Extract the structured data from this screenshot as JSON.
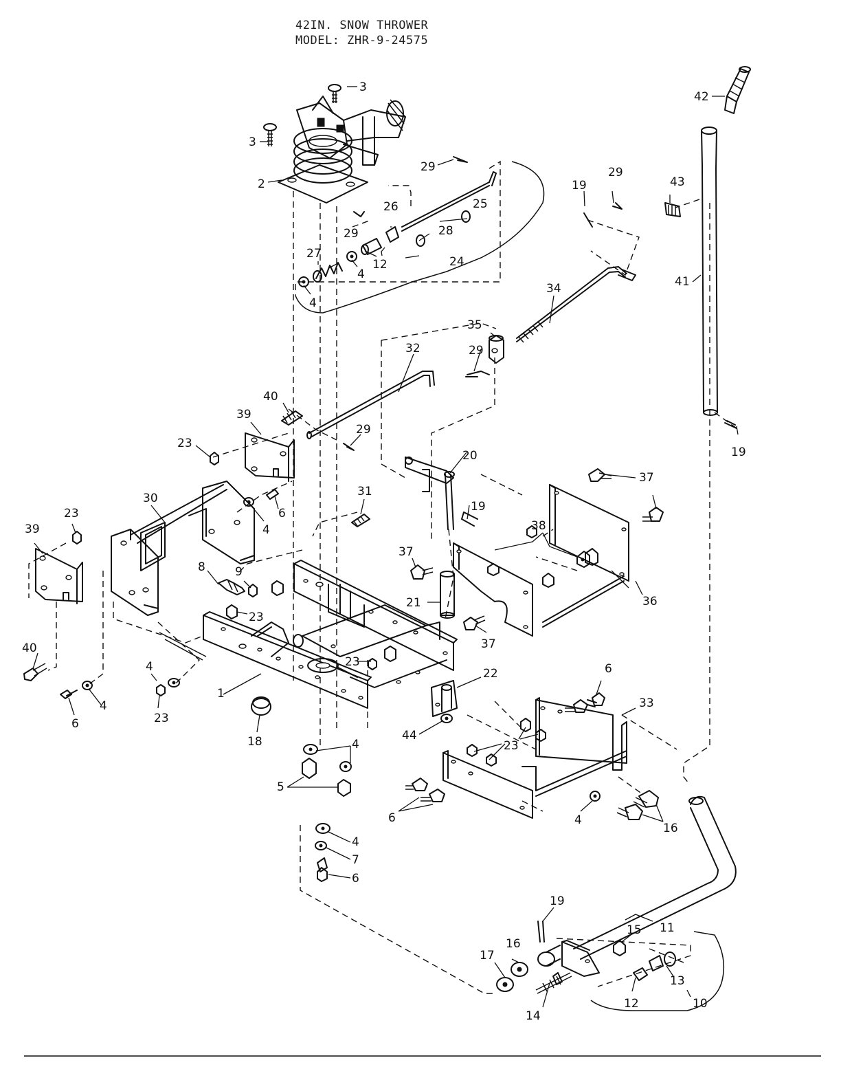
{
  "header": {
    "line1": "42IN. SNOW THROWER",
    "line2": "MODEL: ZHR-9-24575"
  },
  "callouts": {
    "n1": "1",
    "n2": "2",
    "n3": "3",
    "n4": "4",
    "n5": "5",
    "n6": "6",
    "n7": "7",
    "n8": "8",
    "n9": "9",
    "n10": "10",
    "n11": "11",
    "n12": "12",
    "n13": "13",
    "n14": "14",
    "n15": "15",
    "n16": "16",
    "n17": "17",
    "n18": "18",
    "n19": "19",
    "n20": "20",
    "n21": "21",
    "n22": "22",
    "n23": "23",
    "n24": "24",
    "n25": "25",
    "n26": "26",
    "n27": "27",
    "n28": "28",
    "n29": "29",
    "n30": "30",
    "n31": "31",
    "n32": "32",
    "n33": "33",
    "n34": "34",
    "n35": "35",
    "n36": "36",
    "n37": "37",
    "n38": "38",
    "n39": "39",
    "n40": "40",
    "n41": "41",
    "n42": "42",
    "n43": "43",
    "n44": "44"
  }
}
